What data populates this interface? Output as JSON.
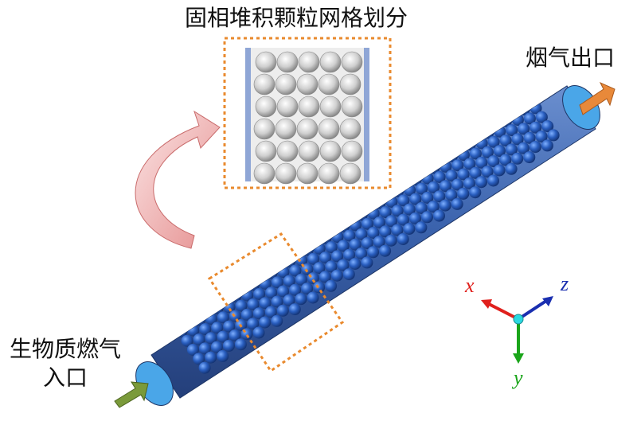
{
  "labels": {
    "mesh_title": "固相堆积颗粒网格划分",
    "outlet": "烟气出口",
    "inlet_line1": "生物质燃气",
    "inlet_line2": "入口"
  },
  "axes": {
    "x": {
      "label": "x",
      "color": "#e0201c"
    },
    "y": {
      "label": "y",
      "color": "#1aa51a"
    },
    "z": {
      "label": "z",
      "color": "#1a2fb0"
    }
  },
  "colors": {
    "tube": "#3a66b0",
    "tube_end": "#4aa6e8",
    "particle": "#2a5fc0",
    "callout_border": "#e98a2e",
    "outlet_arrow": "#e8893a",
    "inlet_arrow": "#7a9a3a",
    "curved_arrow": "#f3b9b9"
  }
}
